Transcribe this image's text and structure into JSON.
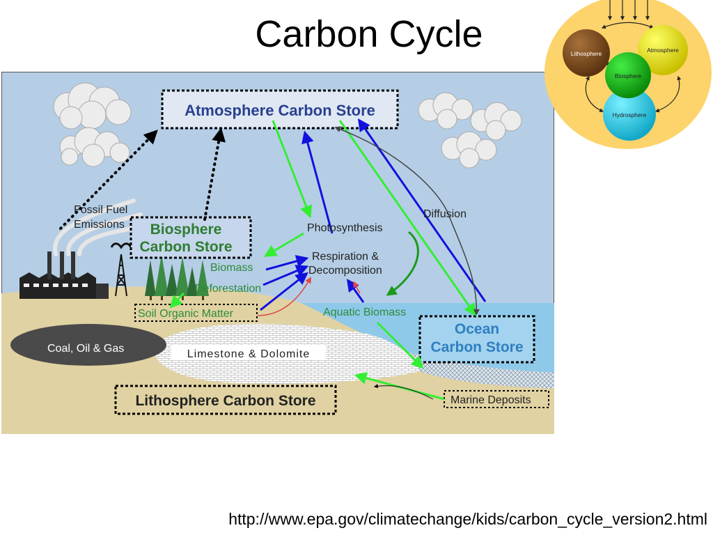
{
  "slide": {
    "title": "Carbon Cycle",
    "source_url": "http://www.epa.gov/climatechange/kids/carbon_cycle_version2.html"
  },
  "stores": {
    "atmosphere": "Atmosphere Carbon Store",
    "biosphere_line1": "Biosphere",
    "biosphere_line2": "Carbon Store",
    "ocean_line1": "Ocean",
    "ocean_line2": "Carbon Store",
    "lithosphere": "Lithosphere Carbon Store"
  },
  "labels": {
    "fossil_fuel_line1": "Fossil Fuel",
    "fossil_fuel_line2": "Emissions",
    "photosynthesis": "Photosynthesis",
    "respiration_line1": "Respiration &",
    "respiration_line2": "Decomposition",
    "diffusion": "Diffusion",
    "biomass": "Biomass",
    "deforestation": "Deforestation",
    "soil_organic_matter": "Soil Organic Matter",
    "aquatic_biomass": "Aquatic Biomass",
    "coal_oil_gas": "Coal, Oil & Gas",
    "limestone": "Limestone & Dolomite",
    "marine_deposits": "Marine Deposits"
  },
  "spheres": {
    "lithosphere": "Lithosphere",
    "atmosphere": "Atmosphere",
    "biosphere": "Biosphere",
    "hydrosphere": "Hydrosphere"
  },
  "colors": {
    "sky": "#b5cee6",
    "ground": "#e0d2a2",
    "ocean": "#8ec9ea",
    "atmosphere_text": "#2a3f8f",
    "biosphere_text": "#2e7d32",
    "ocean_text": "#2f7fc0",
    "green_arrow": "#33ee33",
    "blue_arrow": "#1111dd",
    "dark_green_arrow": "#1a9a1a",
    "sphere_background": "#fdd36b",
    "lithosphere_sphere": "#7a4a1c",
    "atmosphere_sphere": "#f5f000",
    "biosphere_sphere": "#11cc11",
    "hydrosphere_sphere": "#22d8ee"
  }
}
